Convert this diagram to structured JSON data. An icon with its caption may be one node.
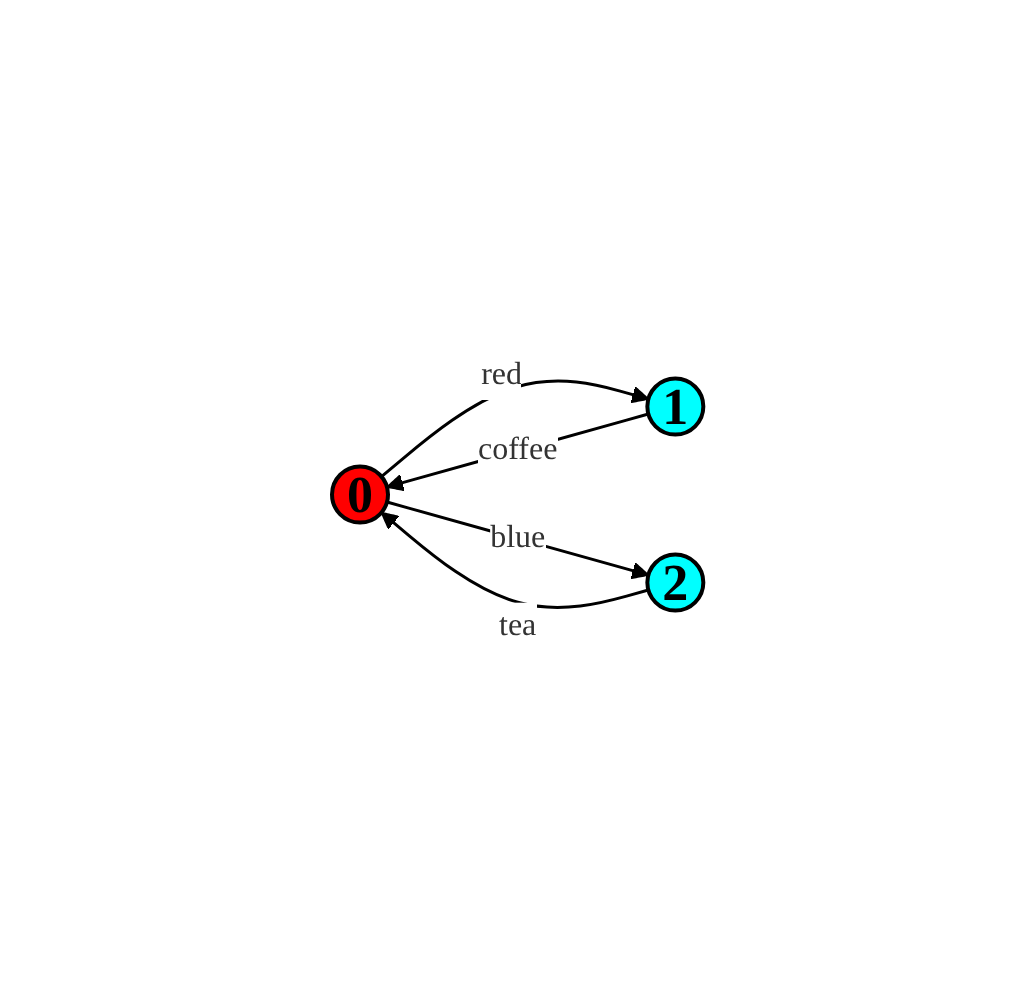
{
  "diagram": {
    "nodes": [
      {
        "text": [
          "0"
        ]
      },
      {
        "text": [
          "1"
        ]
      },
      {
        "text": [
          "2"
        ]
      }
    ],
    "edges": [
      {
        "from": 0,
        "to": 1,
        "arrow": "to",
        "label": "red"
      },
      {
        "from": 1,
        "to": 0,
        "arrow": "to",
        "label": "coffee"
      },
      {
        "from": 0,
        "to": 2,
        "arrow": "to",
        "label": "blue"
      },
      {
        "from": 2,
        "to": 0,
        "arrow": "to",
        "label": "tea"
      }
    ]
  }
}
